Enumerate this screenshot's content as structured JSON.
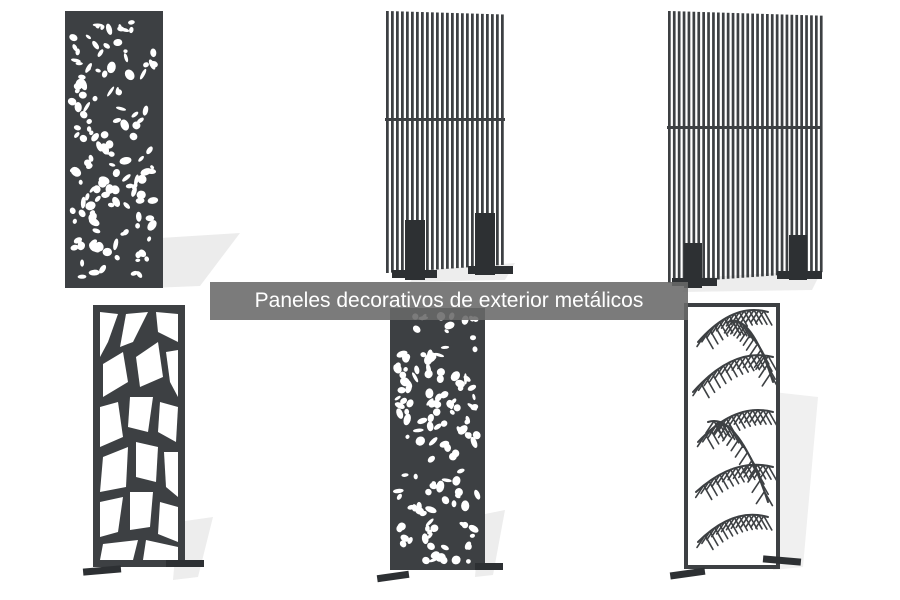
{
  "caption": {
    "text": "Paneles decorativos de exterior metálicos",
    "background": "#696969",
    "color": "#ffffff"
  },
  "colors": {
    "metal": "#3d4043",
    "shadow": "#e6e6e6",
    "background": "#ffffff"
  },
  "products": [
    {
      "id": "leaf-panel-angled",
      "icon": "leaf-pattern-panel"
    },
    {
      "id": "slat-panel-small",
      "icon": "vertical-slat-panel"
    },
    {
      "id": "slat-panel-large",
      "icon": "vertical-slat-panel"
    },
    {
      "id": "branch-panel",
      "icon": "branch-pattern-panel"
    },
    {
      "id": "leaf-panel-front",
      "icon": "leaf-pattern-panel"
    },
    {
      "id": "palm-panel",
      "icon": "palm-leaf-pattern-panel"
    }
  ]
}
